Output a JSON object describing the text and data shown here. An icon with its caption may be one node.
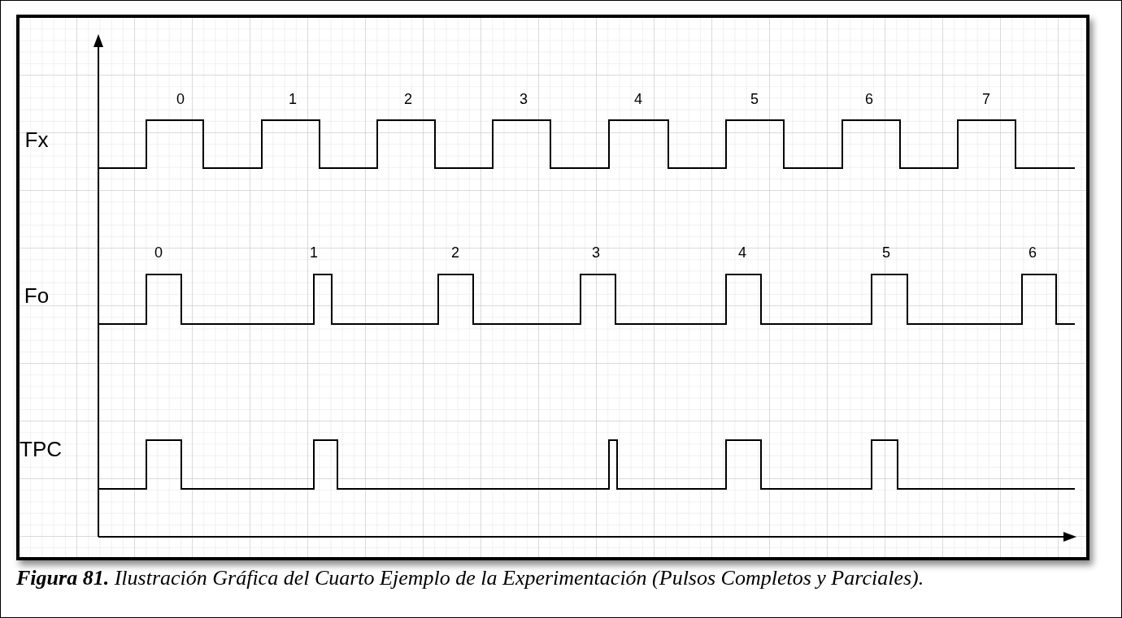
{
  "diagram": {
    "caption": "**Figura 81.** Ilustración Gráfica del Cuarto Ejemplo de la Experimentación (Pulsos Completos y Parciales).",
    "labels": [
      "Fx",
      "0",
      "1",
      "2",
      "3",
      "4",
      "5",
      "6",
      "7",
      "Fo",
      "0",
      "1",
      "2",
      "3",
      "4",
      "5",
      "6",
      "TPC"
    ]
  }
}
